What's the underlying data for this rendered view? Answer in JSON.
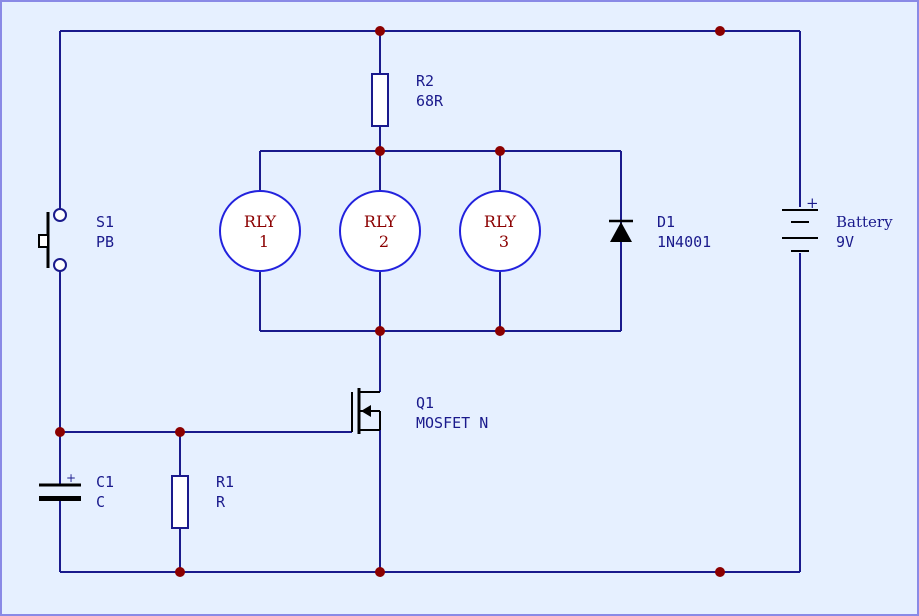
{
  "colors": {
    "background": "#e6f0ff",
    "border": "#8a8ae6",
    "wire": "#1a1a8c",
    "relay_outline": "#2222dd",
    "node": "#8b0000",
    "relay_text": "#8b0000"
  },
  "components": {
    "s1": {
      "ref": "S1",
      "value": "PB"
    },
    "r2": {
      "ref": "R2",
      "value": "68R"
    },
    "d1": {
      "ref": "D1",
      "value": "1N4001"
    },
    "battery": {
      "ref": "Battery",
      "value": "9V",
      "polarity": "+"
    },
    "q1": {
      "ref": "Q1",
      "value": "MOSFET N"
    },
    "c1": {
      "ref": "C1",
      "value": "C",
      "polarity": "+"
    },
    "r1": {
      "ref": "R1",
      "value": "R"
    },
    "relays": [
      {
        "label": "RLY",
        "number": "1"
      },
      {
        "label": "RLY",
        "number": "2"
      },
      {
        "label": "RLY",
        "number": "3"
      }
    ]
  }
}
